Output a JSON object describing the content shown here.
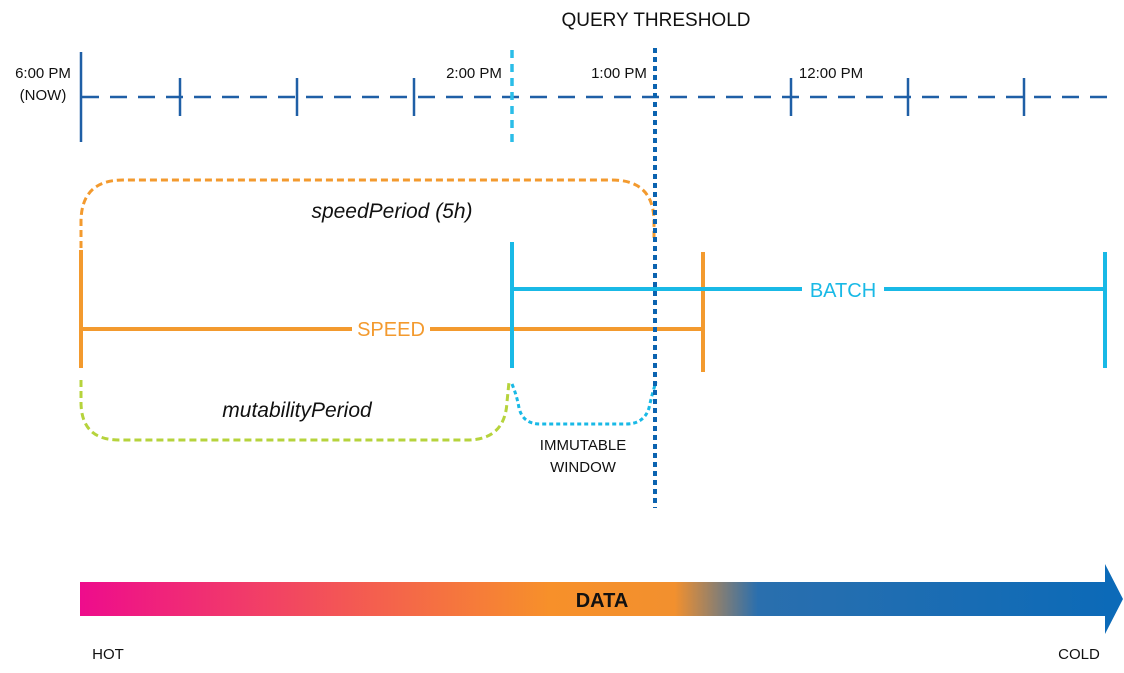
{
  "title": "QUERY THRESHOLD",
  "timeline": {
    "now_time": "6:00 PM",
    "now_note": "(NOW)",
    "tick_2pm": "2:00 PM",
    "tick_1pm": "1:00 PM",
    "tick_12pm": "12:00 PM"
  },
  "periods": {
    "speed_period": "speedPeriod (5h)",
    "mutability_period": "mutabilityPeriod",
    "immutable_line1": "IMMUTABLE",
    "immutable_line2": "WINDOW"
  },
  "layers": {
    "speed": "SPEED",
    "batch": "BATCH"
  },
  "data_bar": {
    "label": "DATA",
    "hot": "HOT",
    "cold": "COLD"
  },
  "colors": {
    "timeline": "#1f5fa6",
    "speed": "#f39a2e",
    "batch": "#19b9e6",
    "mutability": "#b6d33c",
    "threshold": "#0b63b0",
    "gradient_hot": "#ee0c8c",
    "gradient_mid": "#f7902a",
    "gradient_cold": "#0b6ab8"
  }
}
